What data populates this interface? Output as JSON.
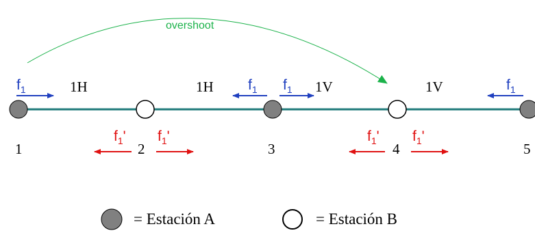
{
  "colors": {
    "line": "#1f7a7a",
    "station_a_fill": "#808080",
    "station_b_fill": "#ffffff",
    "outline": "#000000",
    "blue": "#1f3fbf",
    "red": "#e01010",
    "green": "#1bb24a",
    "text": "#000000"
  },
  "annotation": {
    "overshoot": "overshoot"
  },
  "stations": [
    {
      "number": "1",
      "type": "A"
    },
    {
      "number": "2",
      "type": "B"
    },
    {
      "number": "3",
      "type": "A"
    },
    {
      "number": "4",
      "type": "B"
    },
    {
      "number": "5",
      "type": "A"
    }
  ],
  "segments": [
    "1H",
    "1H",
    "1V",
    "1V"
  ],
  "frequencies": {
    "f1_base": "f",
    "f1_sub": "1",
    "f1p_base": "f",
    "f1p_sub": "1",
    "f1p_prime": "'"
  },
  "legend": {
    "station_a": "= Estación A",
    "station_b": "= Estación B"
  }
}
